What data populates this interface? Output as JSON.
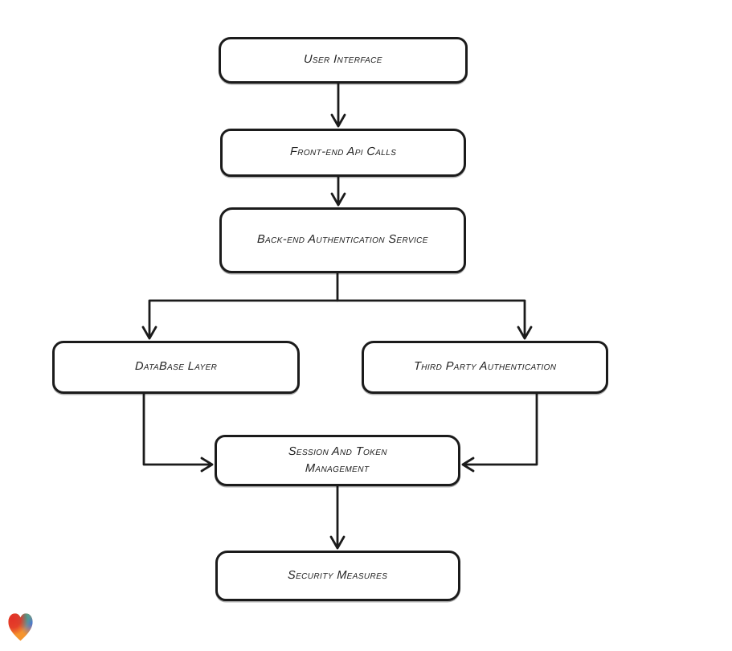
{
  "diagram": {
    "background_color": "#ffffff",
    "stroke_color": "#1b1b1b",
    "nodes": [
      {
        "id": "user-interface",
        "label": "User Interface"
      },
      {
        "id": "front-end-api-calls",
        "label": "Front-end Api Calls"
      },
      {
        "id": "back-end-authentication-service",
        "label": "Back-end Authentication Service"
      },
      {
        "id": "database-layer",
        "label": "DataBase Layer"
      },
      {
        "id": "third-party-authentication",
        "label": "Third Party Authentication"
      },
      {
        "id": "session-and-token-management",
        "label": "Session And Token Management"
      },
      {
        "id": "security-measures",
        "label": "Security Measures"
      }
    ],
    "edges": [
      {
        "from": "user-interface",
        "to": "front-end-api-calls"
      },
      {
        "from": "front-end-api-calls",
        "to": "back-end-authentication-service"
      },
      {
        "from": "back-end-authentication-service",
        "to": "database-layer"
      },
      {
        "from": "back-end-authentication-service",
        "to": "third-party-authentication"
      },
      {
        "from": "database-layer",
        "to": "session-and-token-management"
      },
      {
        "from": "third-party-authentication",
        "to": "session-and-token-management"
      },
      {
        "from": "session-and-token-management",
        "to": "security-measures"
      }
    ]
  },
  "logo": {
    "icon": "heart-icon",
    "colors": {
      "red": "#e23128",
      "teal": "#2ba69a",
      "blue": "#4a6ee0",
      "orange": "#f5942d"
    }
  }
}
